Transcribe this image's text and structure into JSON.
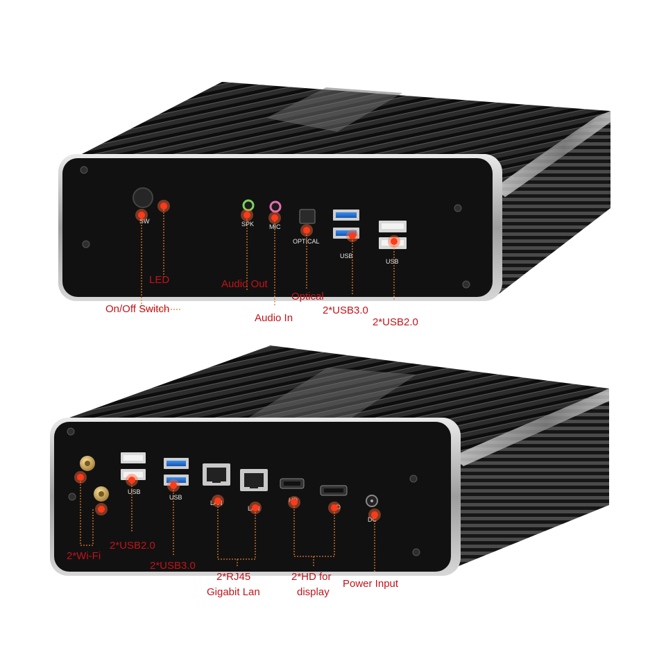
{
  "front": {
    "port_labels": {
      "sw": "SW",
      "spk": "SPK",
      "mic": "MIC",
      "optical": "OPTICAL",
      "usb3": "USB",
      "usb2": "USB"
    },
    "callouts": {
      "led": "LED",
      "onoff": "On/Off Switch",
      "audio_out": "Audio Out",
      "audio_in": "Audio In",
      "optical": "Optical",
      "usb30": "2*USB3.0",
      "usb20": "2*USB2.0"
    }
  },
  "back": {
    "port_labels": {
      "usb2": "USB",
      "usb3": "USB",
      "lan1": "LAN",
      "lan2": "LAN",
      "hd1": "HD",
      "hd2": "HD",
      "dc": "DC"
    },
    "callouts": {
      "wifi": "2*Wi-Fi",
      "usb20": "2*USB2.0",
      "usb30": "2*USB3.0",
      "rj45_line1": "2*RJ45",
      "rj45_line2": "Gigabit Lan",
      "hd_line1": "2*HD for",
      "hd_line2": "display",
      "power": "Power Input"
    }
  },
  "colors": {
    "callout_text": "#c0141a",
    "leader": "#e07b2a",
    "marker": "#ff3a1a",
    "chassis_face": "#111111",
    "chassis_metal": "#9a9a9a",
    "usb3_blue": "#1f6fd1"
  }
}
